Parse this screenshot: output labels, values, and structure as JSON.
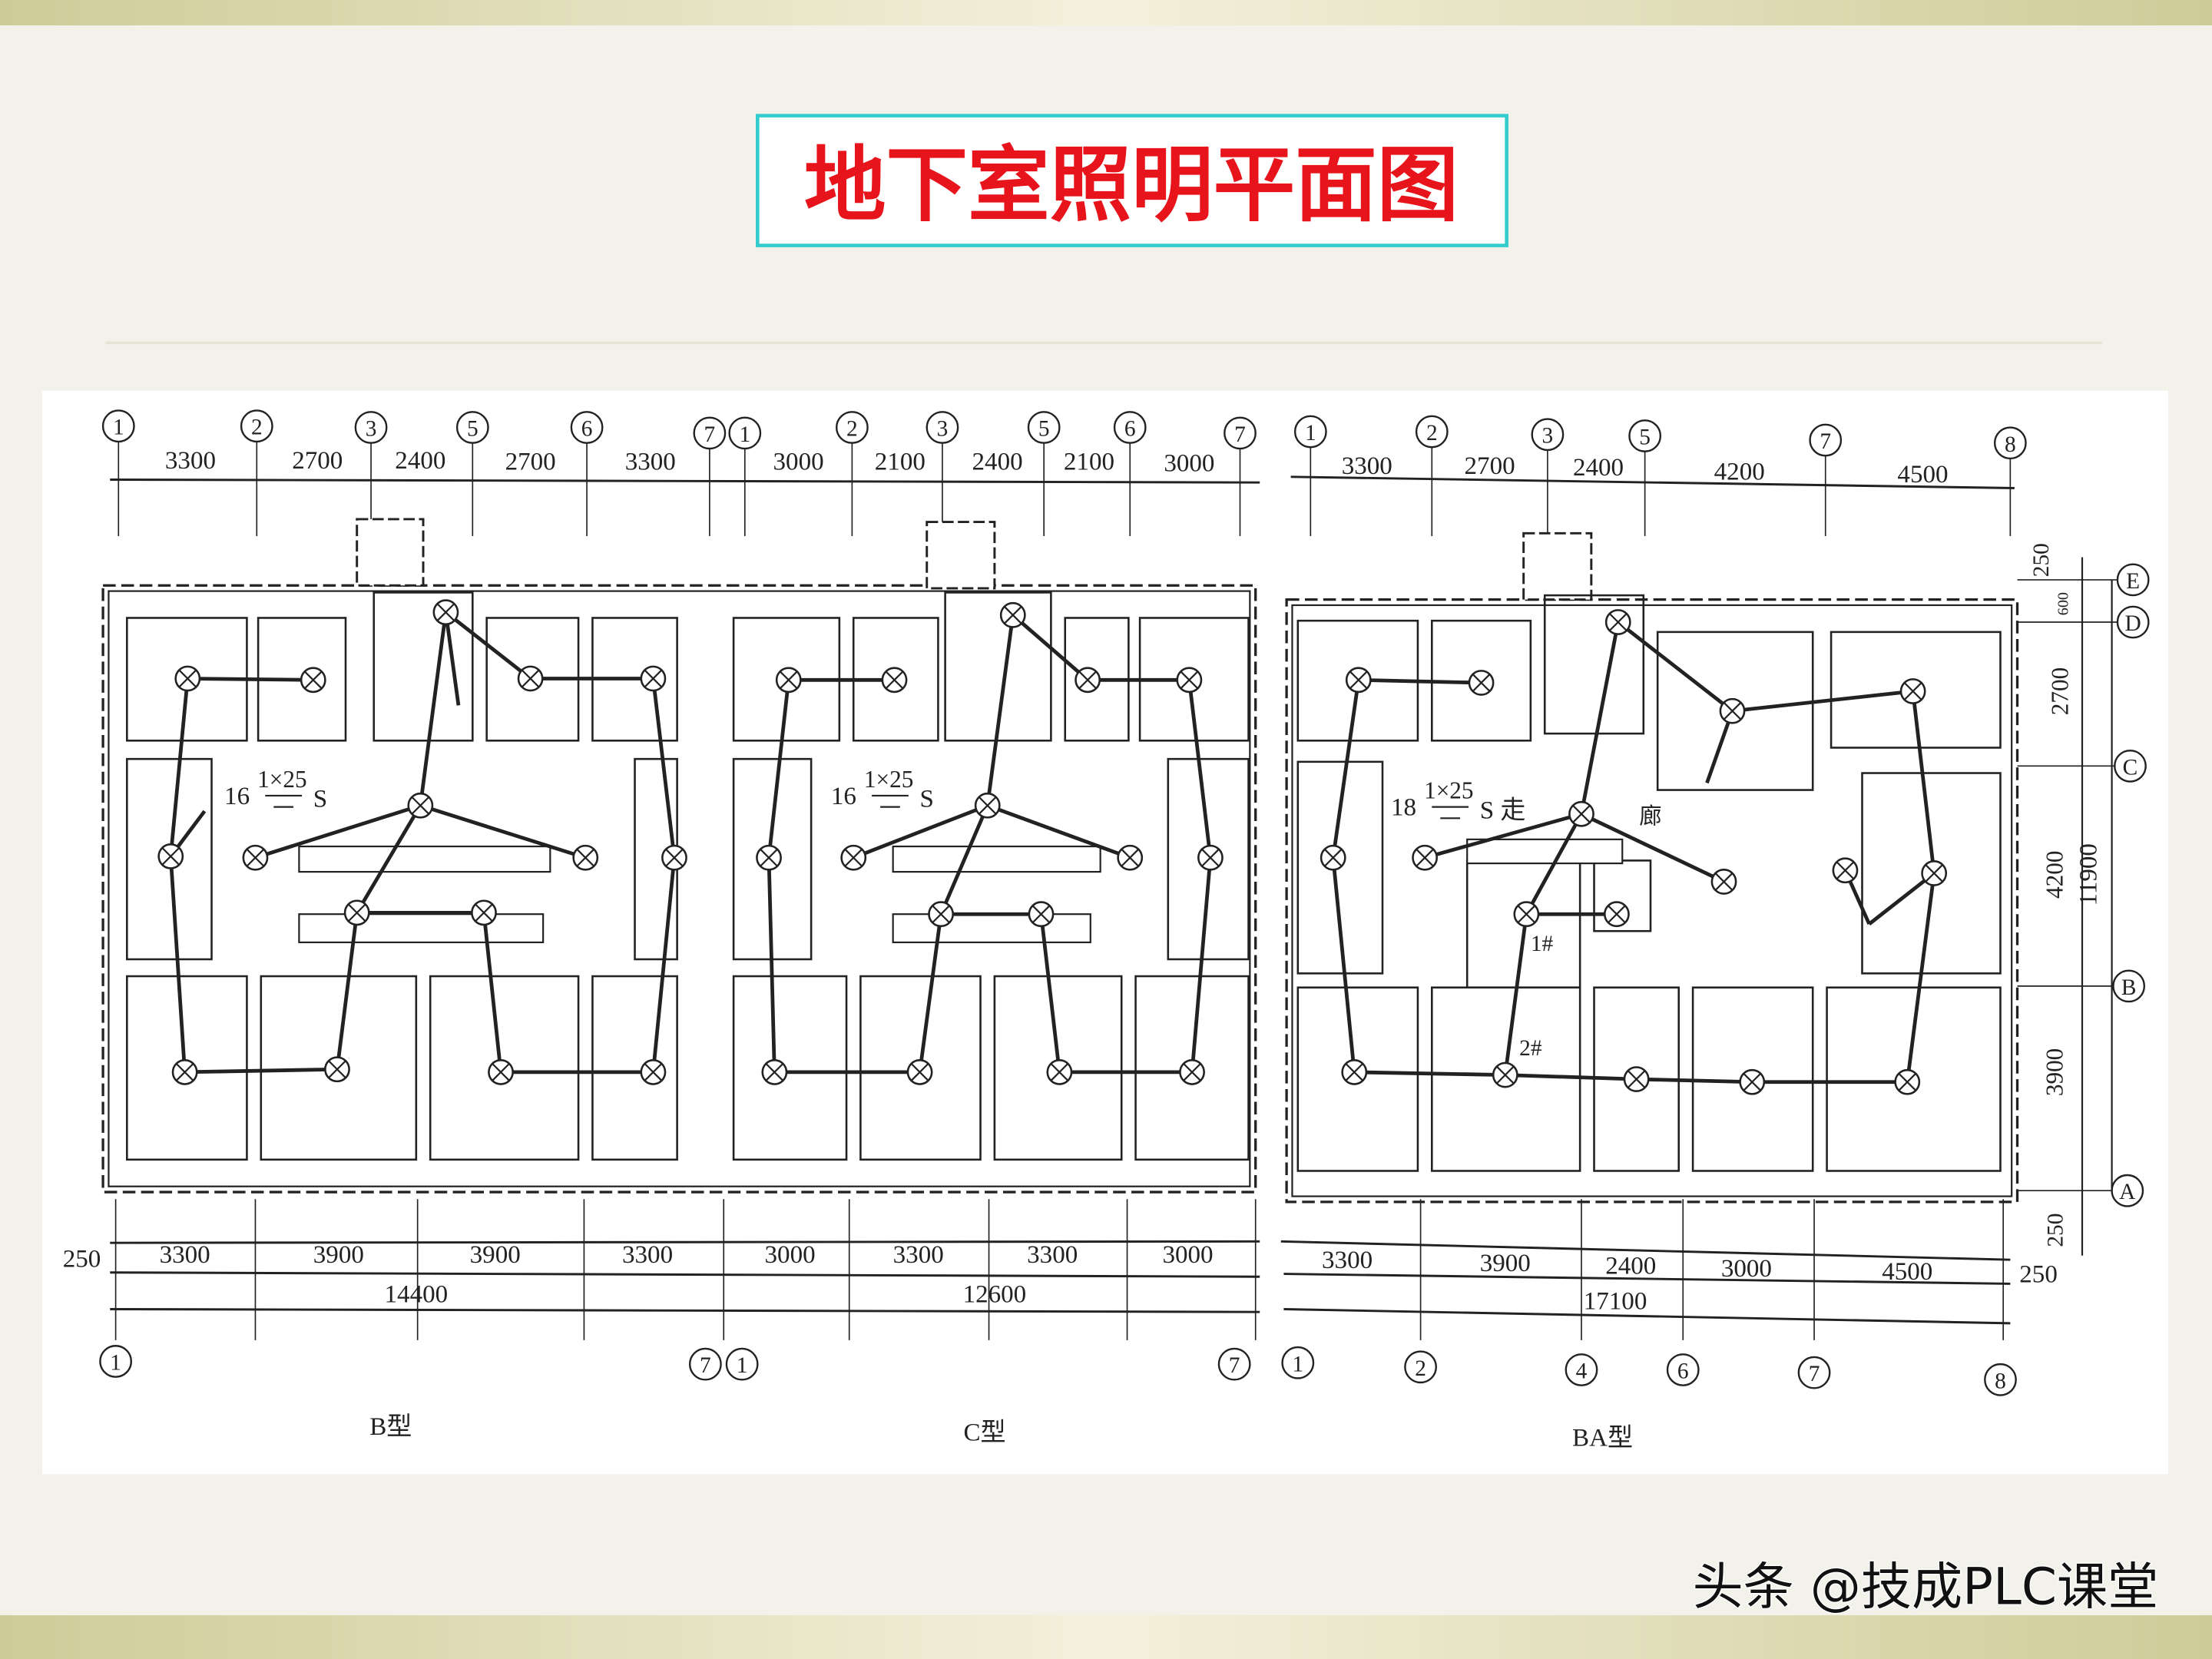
{
  "slide": {
    "title": "地下室照明平面图",
    "watermark": "头条 @技成PLC课堂",
    "colors": {
      "title_text": "#e8141b",
      "title_border": "#33cccc",
      "band": "#d6d3a8",
      "background": "#f2f2ea"
    }
  },
  "drawing": {
    "top_axes": [
      "1",
      "2",
      "3",
      "5",
      "6",
      "7",
      "1",
      "2",
      "3",
      "5",
      "6",
      "7",
      "1",
      "2",
      "3",
      "5",
      "7",
      "8"
    ],
    "top_dims": [
      "3300",
      "2700",
      "2400",
      "2700",
      "3300",
      "3000",
      "2100",
      "2400",
      "2100",
      "3000",
      "3300",
      "2700",
      "2400",
      "4200",
      "4500"
    ],
    "right_axes": [
      "E",
      "D",
      "C",
      "B",
      "A"
    ],
    "right_dims": [
      "250",
      "600",
      "2700",
      "4200",
      "11900",
      "3900",
      "250"
    ],
    "bottom_dims": [
      "250",
      "3300",
      "3900",
      "3900",
      "3300",
      "3000",
      "3300",
      "3300",
      "3000",
      "3300",
      "3900",
      "2400",
      "3000",
      "4500",
      "250"
    ],
    "bottom_totals": [
      "14400",
      "12600",
      "17100"
    ],
    "bottom_axes": [
      "1",
      "7",
      "1",
      "7",
      "1",
      "2",
      "4",
      "6",
      "7",
      "8"
    ],
    "type_labels": [
      "B型",
      "C型",
      "BA型"
    ],
    "annotations": [
      {
        "count": "16",
        "spec": "1×25",
        "suffix": "S"
      },
      {
        "count": "16",
        "spec": "1×25",
        "suffix": "S"
      },
      {
        "count": "18",
        "spec": "1×25",
        "suffix": "S 走"
      }
    ],
    "notes": [
      "廊",
      "1#",
      "2#"
    ],
    "fixture_symbol": "ceiling-lamp-circle-x-icon"
  }
}
